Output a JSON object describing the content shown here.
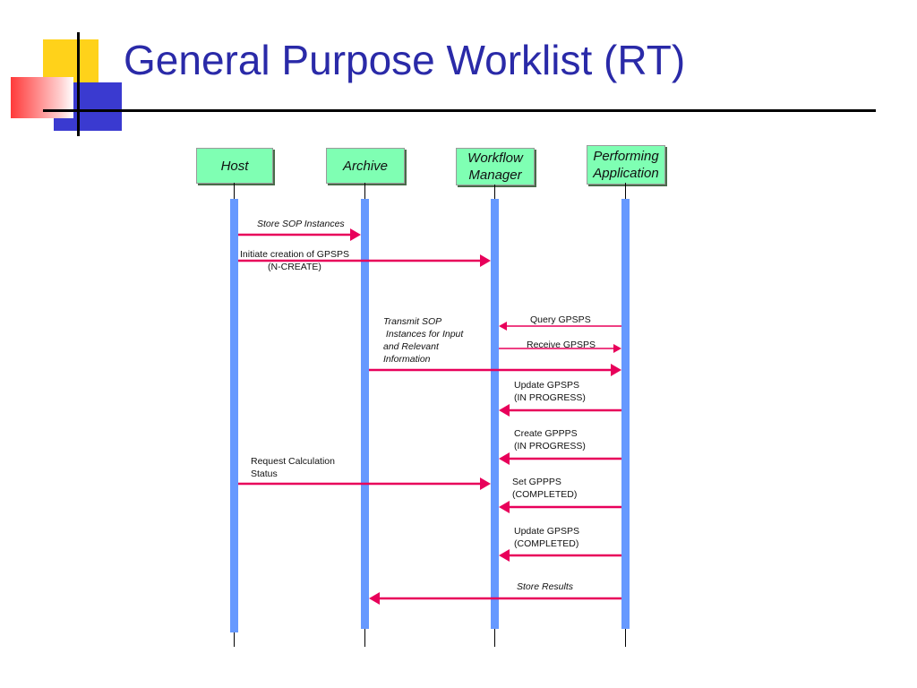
{
  "title": "General Purpose Worklist (RT)",
  "actors": [
    {
      "name": "Host"
    },
    {
      "name": "Archive"
    },
    {
      "name": "Workflow\nManager"
    },
    {
      "name": "Performing\nApplication"
    }
  ],
  "messages": [
    {
      "label": "Store SOP Instances",
      "from": 0,
      "to": 1
    },
    {
      "label": "Initiate creation of GPSPS\n(N-CREATE)",
      "from": 0,
      "to": 2
    },
    {
      "label": "Query GPSPS",
      "from": 3,
      "to": 2
    },
    {
      "label": "Receive GPSPS",
      "from": 2,
      "to": 3
    },
    {
      "label": "Transmit SOP\n Instances for Input\nand Relevant\nInformation",
      "from": 1,
      "to": 3
    },
    {
      "label": "Update GPSPS\n(IN PROGRESS)",
      "from": 3,
      "to": 2
    },
    {
      "label": "Create GPPPS\n(IN PROGRESS)",
      "from": 3,
      "to": 2
    },
    {
      "label": "Request Calculation\nStatus",
      "from": 0,
      "to": 2
    },
    {
      "label": "Set GPPPS\n(COMPLETED)",
      "from": 3,
      "to": 2
    },
    {
      "label": "Update GPSPS\n(COMPLETED)",
      "from": 3,
      "to": 2
    },
    {
      "label": "Store Results",
      "from": 3,
      "to": 1
    }
  ],
  "colors": {
    "arrow": "#e8005a",
    "activation": "#6699ff",
    "actor_box": "#7fffb3",
    "title": "#2a2aa8"
  }
}
